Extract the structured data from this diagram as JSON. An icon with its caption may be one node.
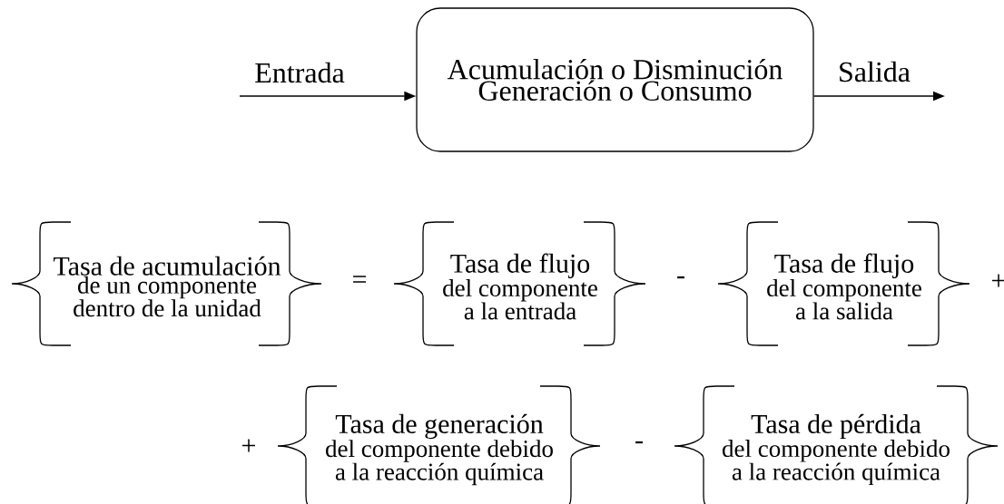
{
  "diagram": {
    "nodes": [
      {
        "text": [
          "Entrada"
        ]
      },
      {
        "text": [
          "Acumulación o Disminución Generación o Consumo"
        ]
      },
      {
        "text": [
          "Salida"
        ]
      },
      {
        "text": [
          "Tasa de acumulación",
          "de un componente dentro de la unidad"
        ]
      },
      {
        "text": [
          "Tasa de flujo",
          "del componente a la entrada"
        ]
      },
      {
        "text": [
          "Tasa de flujo",
          "del componente a la salida"
        ]
      },
      {
        "text": [
          "Tasa de generación",
          "del componente debido a la reacción química"
        ]
      },
      {
        "text": [
          "Tasa de pérdida",
          "del componente debido a la reacción química"
        ]
      }
    ],
    "edges": [
      {
        "from": 0,
        "to": 1,
        "arrow": "to"
      },
      {
        "from": 1,
        "to": 2,
        "arrow": "to"
      }
    ],
    "labels": [
      "=",
      "-",
      "+",
      "+",
      "-"
    ]
  }
}
